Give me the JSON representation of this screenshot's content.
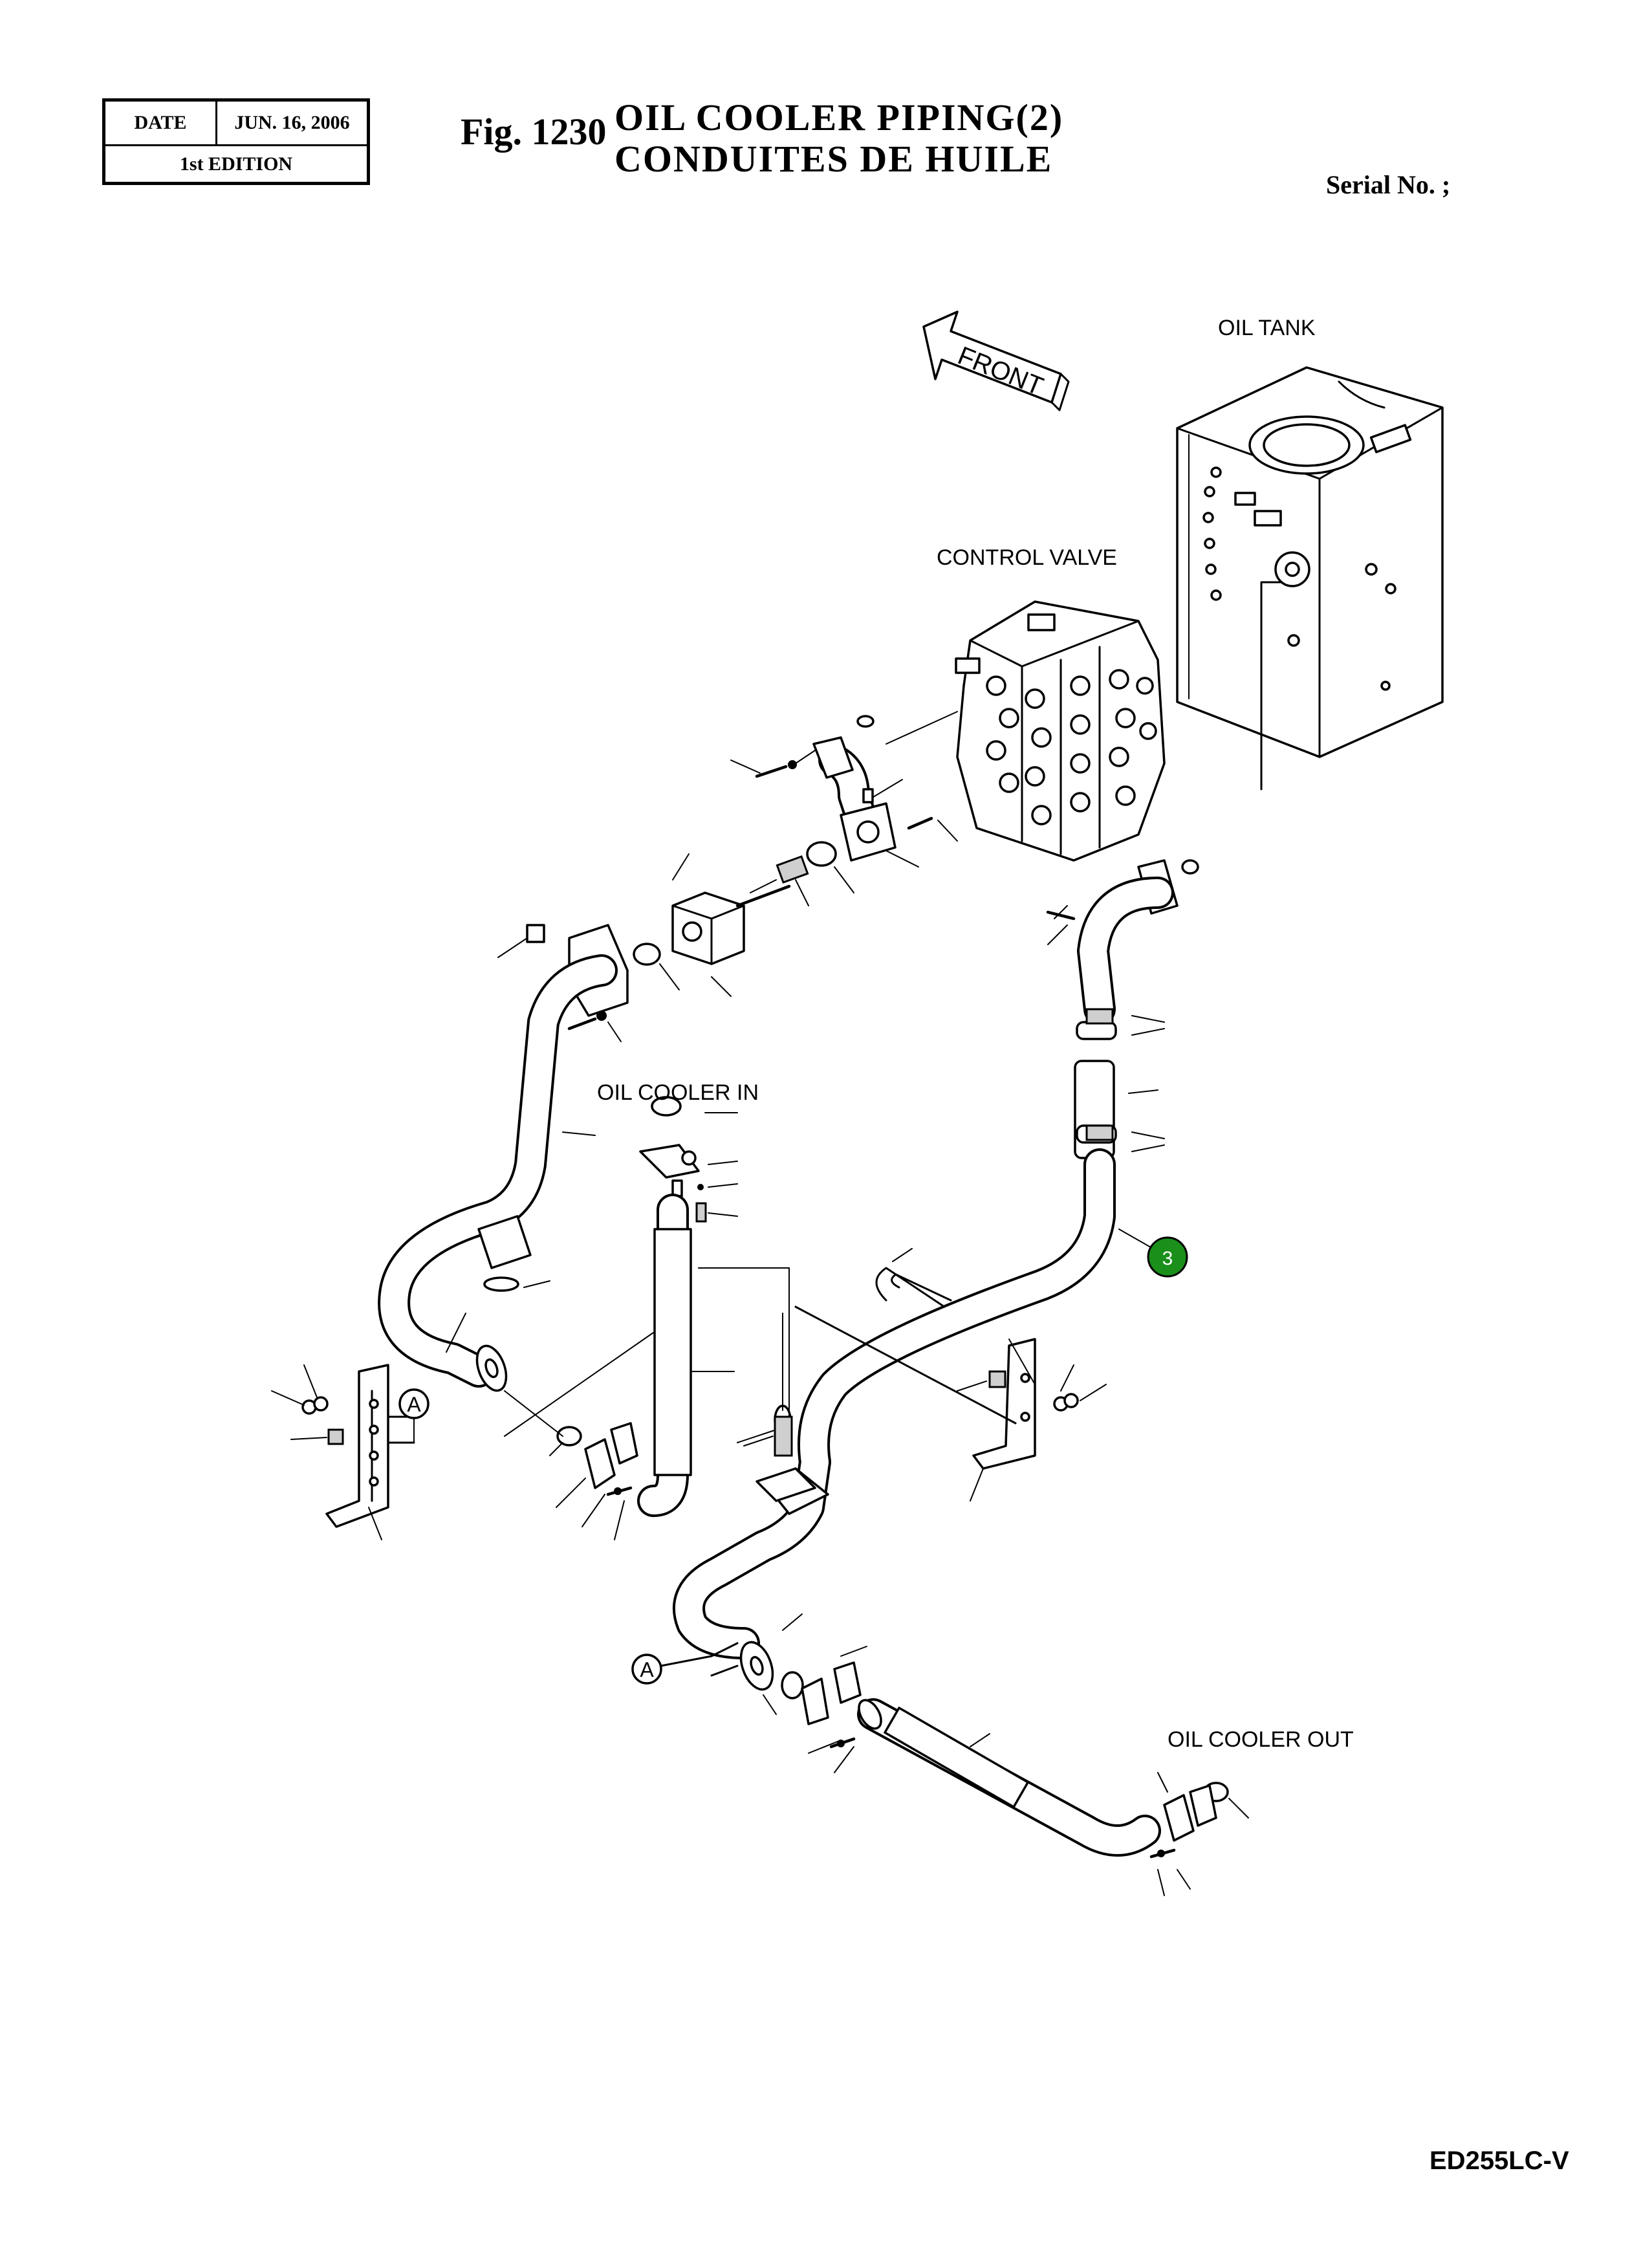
{
  "header": {
    "date_label": "DATE",
    "date_value": "JUN. 16, 2006",
    "edition": "1st EDITION",
    "fig_label": "Fig. 1230",
    "title_en": "OIL  COOLER  PIPING(2)",
    "title_fr": "CONDUITES  DE  HUILE",
    "serial": "Serial No. ;"
  },
  "callouts": {
    "oil_tank": "OIL TANK",
    "control_valve": "CONTROL VALVE",
    "front": "FRONT",
    "oil_cooler_in": "OIL COOLER IN",
    "oil_cooler_out": "OIL COOLER OUT",
    "ref_a_1": "A",
    "ref_a_2": "A",
    "item_3": "3"
  },
  "colors": {
    "item_marker_fill": "#1a8f1a",
    "item_marker_stroke": "#000000",
    "line": "#000000"
  },
  "footer": {
    "model": "ED255LC-V"
  }
}
